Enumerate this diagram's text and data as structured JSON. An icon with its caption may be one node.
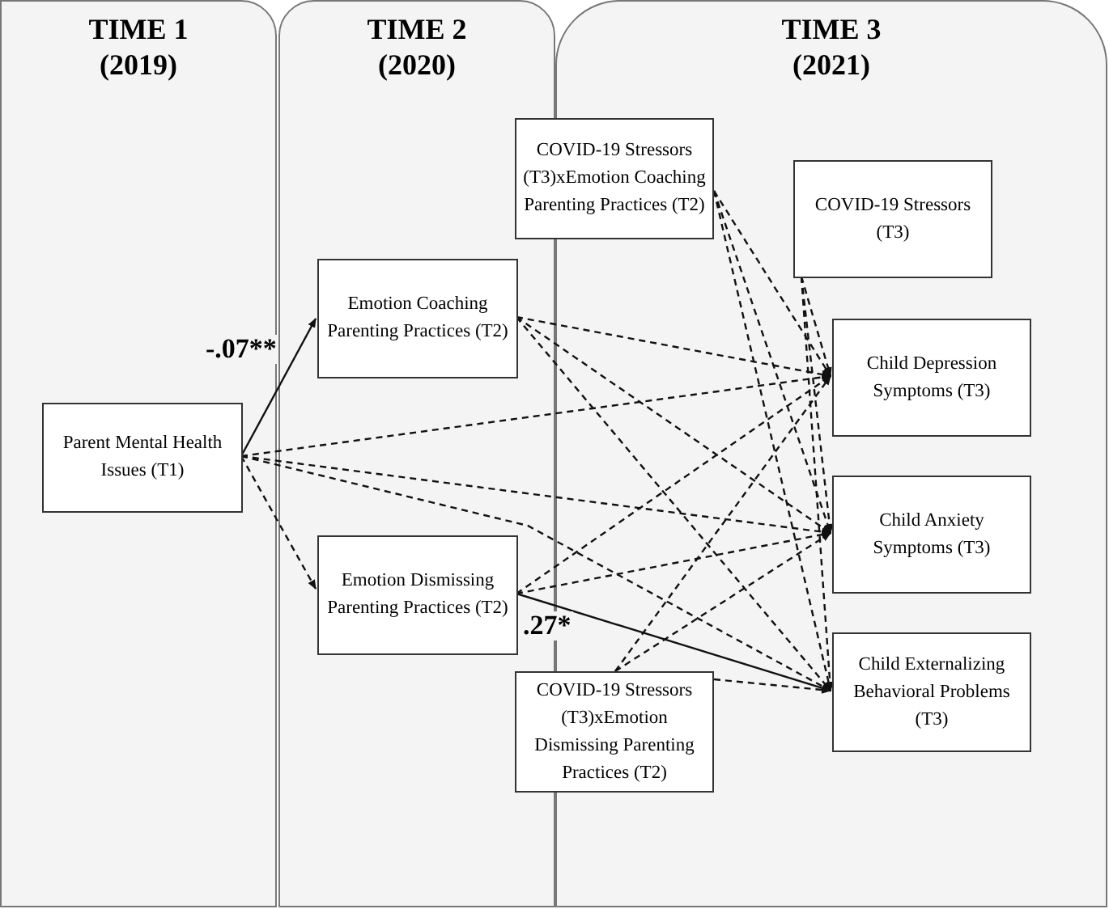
{
  "diagram": {
    "nodes": [
      {
        "text": [
          "TIME 1 (2019)"
        ]
      },
      {
        "text": [
          "TIME 2 (2020)"
        ]
      },
      {
        "text": [
          "TIME 3 (2021)"
        ]
      },
      {
        "text": [
          "Parent Mental Health Issues (T1)"
        ],
        "in": 0
      },
      {
        "text": [
          "Emotion Coaching Parenting Practices (T2)"
        ],
        "in": 1
      },
      {
        "text": [
          "Emotion Dismissing Parenting Practices (T2)"
        ],
        "in": 1
      },
      {
        "text": [
          "COVID-19 Stressors (T3)xEmotion Coaching Parenting Practices (T2)"
        ]
      },
      {
        "text": [
          "COVID-19 Stressors (T3)"
        ],
        "in": 2
      },
      {
        "text": [
          "Child Depression Symptoms (T3)"
        ],
        "in": 2
      },
      {
        "text": [
          "Child Anxiety Symptoms (T3)"
        ],
        "in": 2
      },
      {
        "text": [
          "Child Externalizing Behavioral Problems (T3)"
        ],
        "in": 2
      },
      {
        "text": [
          "COVID-19 Stressors (T3)xEmotion Dismissing Parenting Practices (T2)"
        ]
      }
    ],
    "edges": [
      {
        "from": 3,
        "to": 4,
        "arrow": "to",
        "label": "-.07**"
      },
      {
        "from": 3,
        "to": 5,
        "arrow": "to",
        "style": "dashed"
      },
      {
        "from": 3,
        "to": 8,
        "arrow": "to",
        "style": "dashed"
      },
      {
        "from": 3,
        "to": 9,
        "arrow": "to",
        "style": "dashed"
      },
      {
        "from": 3,
        "to": 10,
        "arrow": "to",
        "style": "dashed"
      },
      {
        "from": 4,
        "to": 8,
        "arrow": "to",
        "style": "dashed"
      },
      {
        "from": 4,
        "to": 9,
        "arrow": "to",
        "style": "dashed"
      },
      {
        "from": 4,
        "to": 10,
        "arrow": "to",
        "style": "dashed"
      },
      {
        "from": 5,
        "to": 8,
        "arrow": "to",
        "style": "dashed"
      },
      {
        "from": 5,
        "to": 9,
        "arrow": "to",
        "style": "dashed"
      },
      {
        "from": 5,
        "to": 10,
        "arrow": "to",
        "label": ".27*"
      },
      {
        "from": 6,
        "to": 8,
        "arrow": "to",
        "style": "dashed"
      },
      {
        "from": 6,
        "to": 9,
        "arrow": "to",
        "style": "dashed"
      },
      {
        "from": 6,
        "to": 10,
        "arrow": "to",
        "style": "dashed"
      },
      {
        "from": 7,
        "to": 8,
        "arrow": "to",
        "style": "dashed"
      },
      {
        "from": 7,
        "to": 9,
        "arrow": "to",
        "style": "dashed"
      },
      {
        "from": 7,
        "to": 10,
        "arrow": "to",
        "style": "dashed"
      },
      {
        "from": 11,
        "to": 8,
        "arrow": "to",
        "style": "dashed"
      },
      {
        "from": 11,
        "to": 9,
        "arrow": "to",
        "style": "dashed"
      },
      {
        "from": 11,
        "to": 10,
        "arrow": "to",
        "style": "dashed"
      }
    ]
  }
}
